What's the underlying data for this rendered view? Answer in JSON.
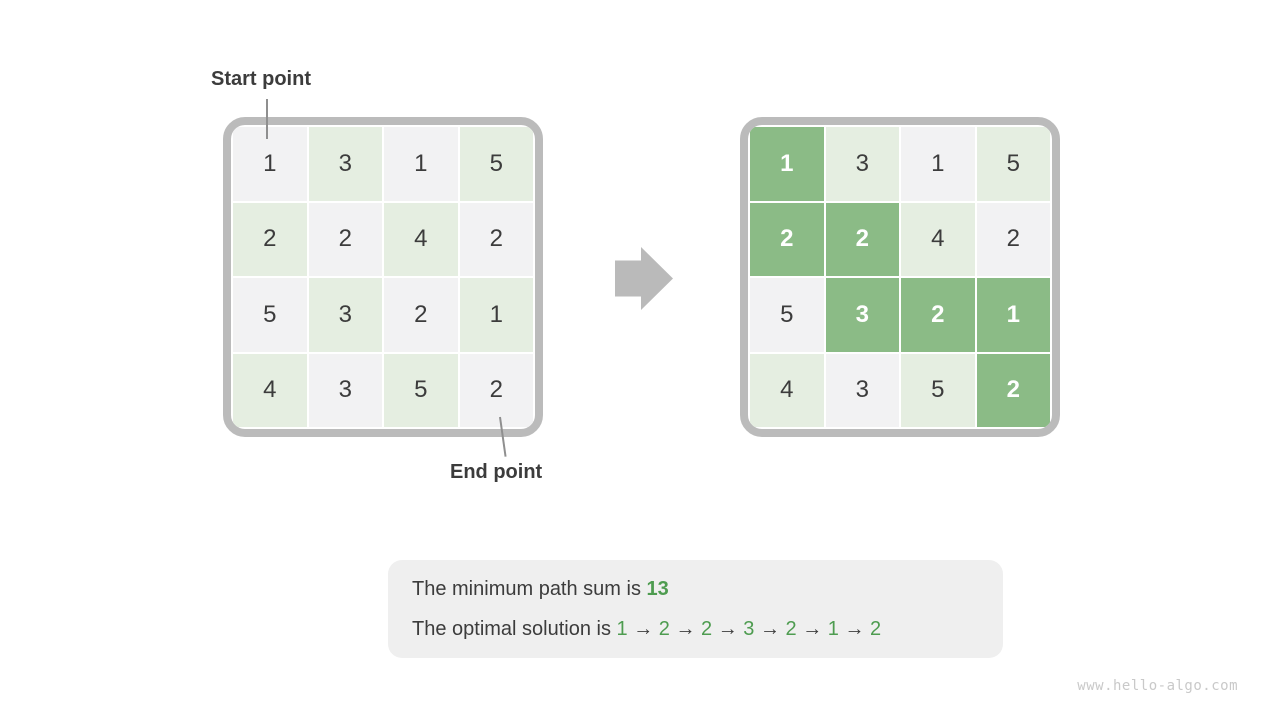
{
  "colors": {
    "ink": "#3c3c3c",
    "green-ink": "#4e9c50",
    "cell-gray": "#f2f2f3",
    "cell-green-light": "#e5eee1",
    "cell-green-path": "#8bbb86",
    "ring": "#bbbbbb",
    "arrow": "#bababa",
    "leader": "#8f8f8f",
    "box-bg": "#efefef",
    "watermark": "#c9c9c9"
  },
  "labels": {
    "start": "Start point",
    "end": "End point"
  },
  "grids": {
    "left": {
      "values": [
        [
          1,
          3,
          1,
          5
        ],
        [
          2,
          2,
          4,
          2
        ],
        [
          5,
          3,
          2,
          1
        ],
        [
          4,
          3,
          5,
          2
        ]
      ]
    },
    "right": {
      "values": [
        [
          1,
          3,
          1,
          5
        ],
        [
          2,
          2,
          4,
          2
        ],
        [
          5,
          3,
          2,
          1
        ],
        [
          4,
          3,
          5,
          2
        ]
      ],
      "path_cells": [
        [
          0,
          0
        ],
        [
          1,
          0
        ],
        [
          1,
          1
        ],
        [
          2,
          1
        ],
        [
          2,
          2
        ],
        [
          2,
          3
        ],
        [
          3,
          3
        ]
      ]
    }
  },
  "summary": {
    "min_sum_prefix": "The minimum path sum is ",
    "min_sum_value": "13",
    "solution_prefix": "The optimal solution is ",
    "solution_path": [
      1,
      2,
      2,
      3,
      2,
      1,
      2
    ],
    "arrow_glyph": "→"
  },
  "watermark": "www.hello-algo.com"
}
